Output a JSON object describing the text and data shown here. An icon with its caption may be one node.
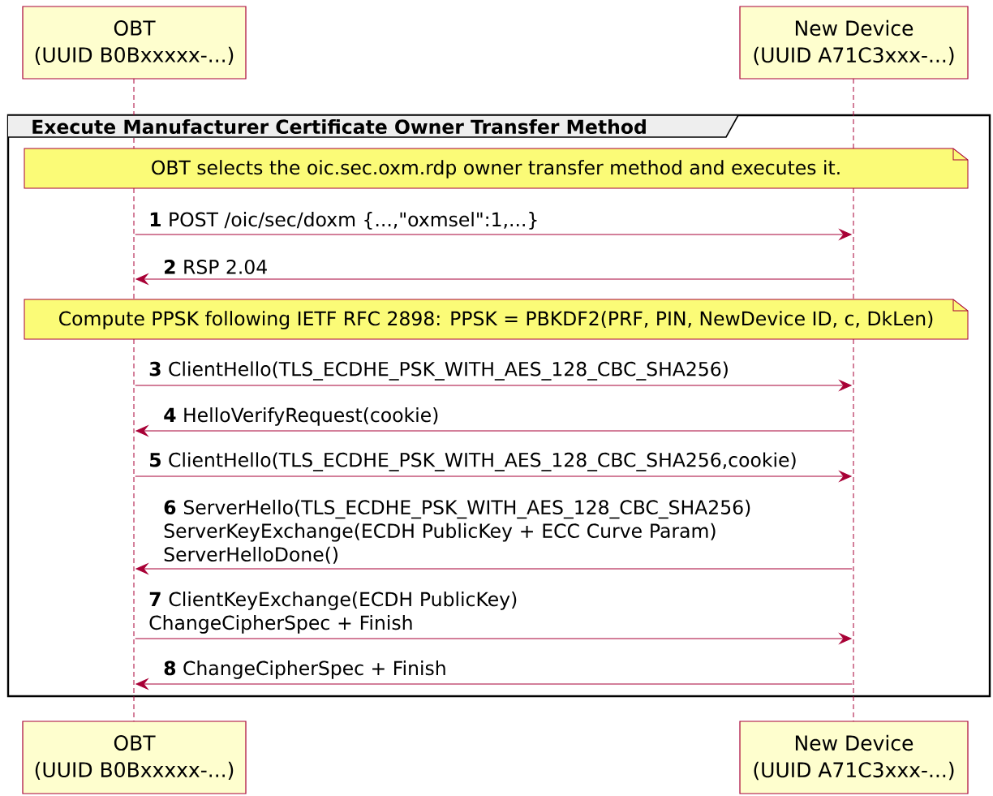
{
  "diagram": {
    "nodes": [
      {
        "text": [
          "OBT",
          "(UUID B0Bxxxxx-...)"
        ]
      },
      {
        "text": [
          "New Device",
          "(UUID A71C3xxx-...)"
        ]
      },
      {
        "text": [
          "Execute Manufacturer Certificate Owner Transfer Method"
        ]
      },
      {
        "text": [
          "OBT selects the oic.sec.oxm.rdp owner transfer method and executes it."
        ],
        "in": 2
      },
      {
        "text": [
          "Compute PPSK following IETF RFC 2898: PPSK = PBKDF2(PRF, PIN, NewDevice ID, c, DkLen)"
        ],
        "in": 2
      },
      {
        "text": [
          "OBT",
          "(UUID B0Bxxxxx-...)"
        ]
      },
      {
        "text": [
          "New Device",
          "(UUID A71C3xxx-...)"
        ]
      },
      {
        "text": [],
        "shape": "line"
      },
      {
        "text": [],
        "shape": "line"
      }
    ],
    "edges": [
      {
        "from": 7,
        "to": 8,
        "arrow": "to",
        "label": "**1** POST /oic/sec/doxm {...,\"oxmsel\":1,...}"
      },
      {
        "from": 8,
        "to": 7,
        "arrow": "to",
        "label": "**2** RSP 2.04"
      },
      {
        "from": 7,
        "to": 8,
        "arrow": "to",
        "label": "**3** ClientHello(TLS_ECDHE_PSK_WITH_AES_128_CBC_SHA256)"
      },
      {
        "from": 8,
        "to": 7,
        "arrow": "to",
        "label": "**4** HelloVerifyRequest(cookie)"
      },
      {
        "from": 7,
        "to": 8,
        "arrow": "to",
        "label": "**5** ClientHello(TLS_ECDHE_PSK_WITH_AES_128_CBC_SHA256,cookie)"
      },
      {
        "from": 8,
        "to": 7,
        "arrow": "to",
        "label": "**6** ServerHello(TLS_ECDHE_PSK_WITH_AES_128_CBC_SHA256) ServerKeyExchange(ECDH PublicKey + ECC Curve Param) ServerHelloDone()"
      },
      {
        "from": 7,
        "to": 8,
        "arrow": "to",
        "label": "**7** ClientKeyExchange(ECDH PublicKey) ChangeCipherSpec + Finish"
      },
      {
        "from": 8,
        "to": 7,
        "arrow": "to",
        "label": "**8** ChangeCipherSpec + Finish"
      }
    ]
  }
}
